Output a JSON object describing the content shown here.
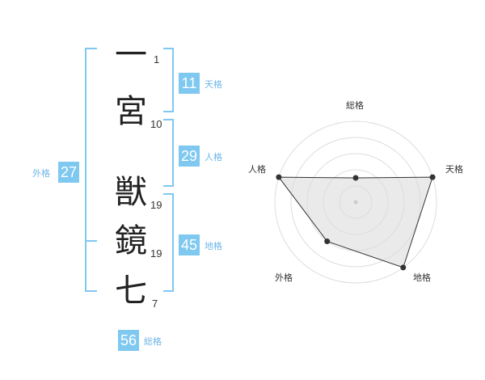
{
  "name_chars": [
    {
      "char": "一",
      "strokes": "1"
    },
    {
      "char": "宮",
      "strokes": "10"
    },
    {
      "char": "獣",
      "strokes": "19"
    },
    {
      "char": "鏡",
      "strokes": "19"
    },
    {
      "char": "七",
      "strokes": "7"
    }
  ],
  "fortunes": {
    "tenkaku": {
      "value": "11",
      "label": "天格"
    },
    "jinkaku": {
      "value": "29",
      "label": "人格"
    },
    "chikaku": {
      "value": "45",
      "label": "地格"
    },
    "gaikaku": {
      "value": "27",
      "label": "外格"
    },
    "soukaku": {
      "value": "56",
      "label": "総格"
    }
  },
  "colors": {
    "accent": "#7fc8f0",
    "bracket": "#7fc8f0",
    "radar_fill": "#eeeeee",
    "radar_line": "#333333"
  },
  "chart_data": {
    "type": "radar",
    "axes": [
      "総格",
      "天格",
      "地格",
      "外格",
      "人格"
    ],
    "values": [
      0.3,
      1.0,
      1.0,
      0.6,
      1.0
    ],
    "range": [
      0,
      1
    ],
    "rings": 5
  }
}
